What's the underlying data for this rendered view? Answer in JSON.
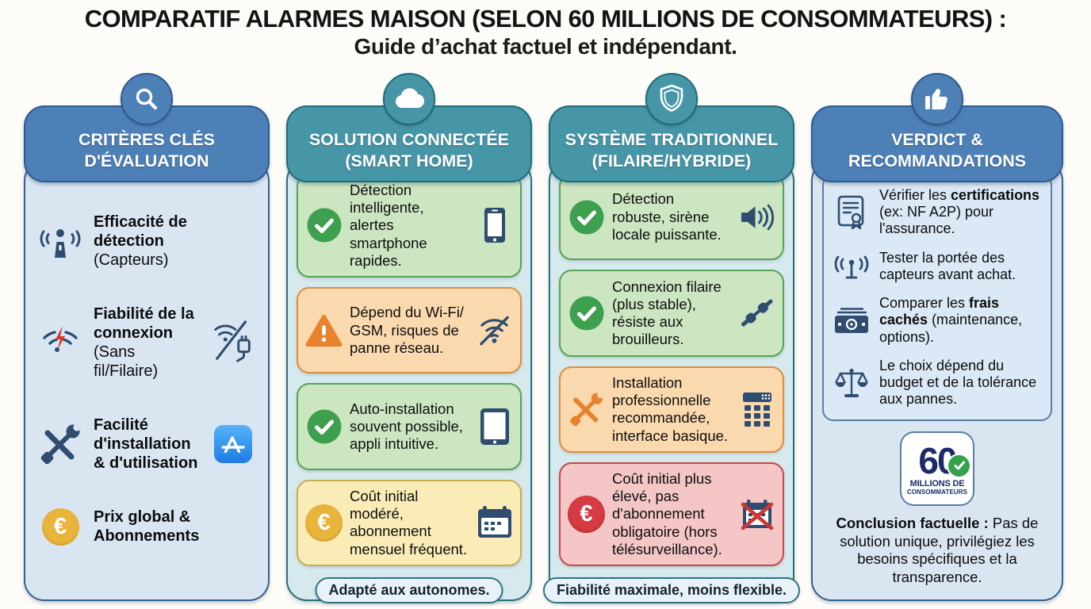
{
  "title": {
    "line1": "COMPARATIF ALARMES MAISON (SELON 60 MILLIONS DE CONSOMMATEURS) :",
    "line2": "Guide d’achat factuel et indépendant."
  },
  "colors": {
    "header_blue": "#4d80b7",
    "header_blue_border": "#2b5a91",
    "header_teal": "#4796a8",
    "header_teal_border": "#1d6b7c",
    "body_blue": "#d9e6f2",
    "body_teal": "#d6e9ec",
    "positive_bg": "#cbe6c1",
    "positive_border": "#57a457",
    "warning_bg": "#fbd9ae",
    "warning_border": "#dd8d3f",
    "cost_bg": "#f9ecb6",
    "cost_border": "#c9ae52",
    "negative_bg": "#f4c6c6",
    "negative_border": "#c64848",
    "check_green": "#3ea04e",
    "warning_orange": "#e8822c",
    "euro_gold": "#e9b43c",
    "euro_red": "#d63a42",
    "icon_navy": "#2e4d70",
    "logo_navy": "#1c2a68"
  },
  "columns": {
    "criteria": {
      "icon": "magnifier-icon",
      "header_line1": "CRITÈRES CLÉS",
      "header_line2": "D'ÉVALUATION",
      "items": [
        {
          "icon": "motion-sensor-icon",
          "main": "Efficacité de détection",
          "sub": "(Capteurs)"
        },
        {
          "icon": "wifi-outage-icon",
          "main": "Fiabilité de la connexion",
          "sub": "(Sans fil/Filaire)",
          "right_icon": "wireless-vs-wired-icon"
        },
        {
          "icon": "tools-icon",
          "main": "Facilité d'installation & d'utilisation",
          "sub": "",
          "right_icon": "app-store-icon"
        },
        {
          "icon": "euro-coin-icon",
          "main": "Prix global & Abonnements",
          "sub": ""
        }
      ]
    },
    "smart": {
      "icon": "cloud-icon",
      "header_line1": "SOLUTION CONNECTÉE",
      "header_line2": "(SMART HOME)",
      "cells": [
        {
          "tone": "positive",
          "icon": "check-icon",
          "text": "Détection intelligente, alertes smartphone rapides.",
          "right_icon": "smartphone-icon"
        },
        {
          "tone": "warning",
          "icon": "warning-icon",
          "text": "Dépend du Wi-Fi/ GSM, risques de panne réseau.",
          "right_icon": "wifi-off-icon"
        },
        {
          "tone": "positive",
          "icon": "check-icon",
          "text": "Auto-installation souvent possible, appli intuitive.",
          "right_icon": "tablet-icon"
        },
        {
          "tone": "cost",
          "icon": "euro-coin-icon",
          "text": "Coût initial modéré, abonnement mensuel fréquent.",
          "right_icon": "calendar-icon"
        }
      ],
      "footer": "Adapté aux autonomes."
    },
    "traditional": {
      "icon": "shield-icon",
      "header_line1": "SYSTÈME TRADITIONNEL",
      "header_line2": "(FILAIRE/HYBRIDE)",
      "cells": [
        {
          "tone": "positive",
          "icon": "check-icon",
          "text": "Détection robuste, sirène locale puissante.",
          "right_icon": "speaker-icon"
        },
        {
          "tone": "positive",
          "icon": "check-icon",
          "text": "Connexion filaire (plus stable), résiste aux brouilleurs.",
          "right_icon": "cable-icon"
        },
        {
          "tone": "warning",
          "icon": "tools-orange-icon",
          "text": "Installation professionnelle recommandée, interface basique.",
          "right_icon": "keypad-icon"
        },
        {
          "tone": "negative",
          "icon": "euro-coin-red-icon",
          "text": "Coût initial plus élevé, pas d'abonnement obligatoire (hors télésurveillance).",
          "right_icon": "calendar-crossed-icon"
        }
      ],
      "footer": "Fiabilité maximale, moins flexible."
    },
    "verdict": {
      "icon": "thumbs-up-icon",
      "header_line1": "VERDICT &",
      "header_line2": "RECOMMANDATIONS",
      "tips": [
        {
          "icon": "certificate-icon",
          "pre": "Vérifier les ",
          "bold": "certifications",
          "post": " (ex: NF A2P) pour l'assurance."
        },
        {
          "icon": "antenna-icon",
          "pre": "Tester la portée des capteurs avant achat.",
          "bold": "",
          "post": ""
        },
        {
          "icon": "banknote-icon",
          "pre": "Comparer les ",
          "bold": "frais cachés",
          "post": " (maintenance, options)."
        },
        {
          "icon": "scale-icon",
          "pre": "Le choix dépend du budget et de la tolérance aux pannes.",
          "bold": "",
          "post": ""
        }
      ],
      "logo": {
        "number": "60",
        "line1": "MILLIONS DE",
        "line2": "CONSOMMATEURS"
      },
      "conclusion_bold": "Conclusion factuelle :",
      "conclusion_text": " Pas de solution unique, privilégiez les besoins spécifiques et la transparence."
    }
  }
}
